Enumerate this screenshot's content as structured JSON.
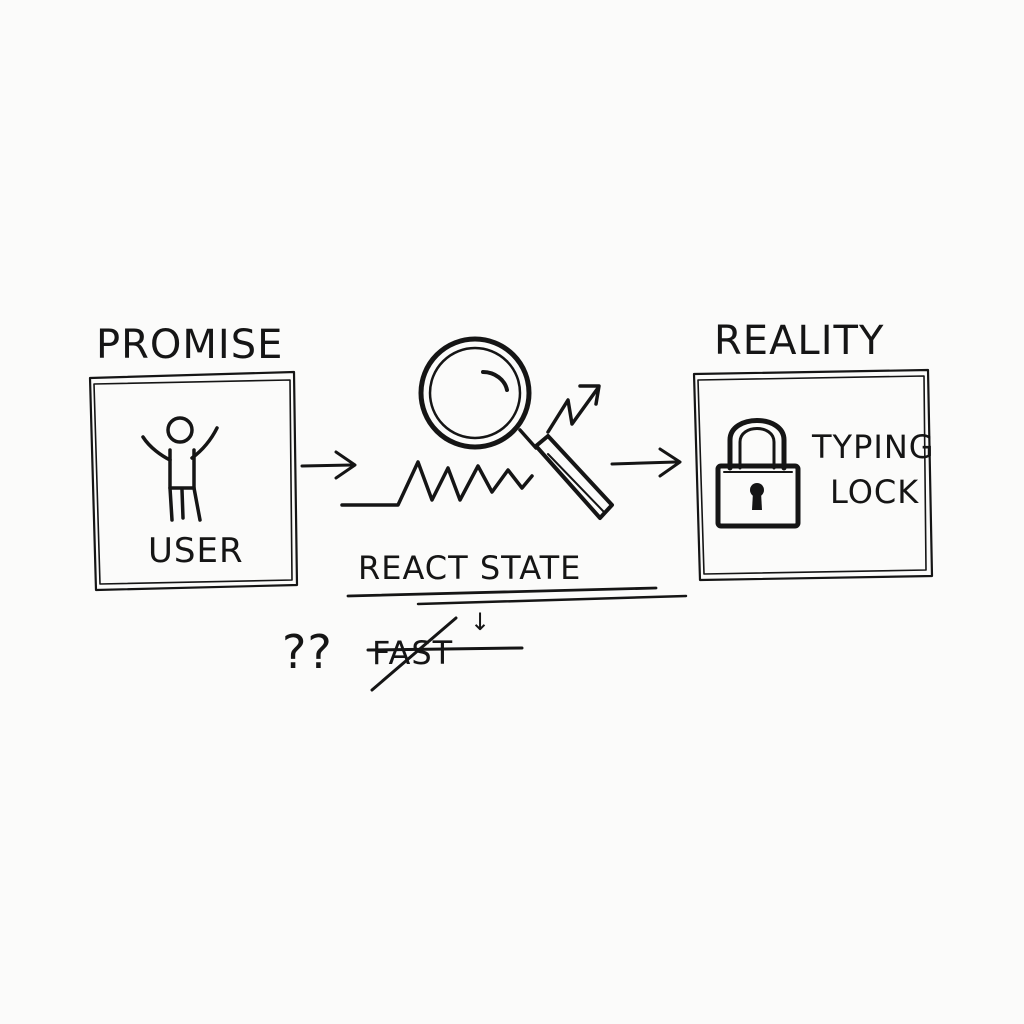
{
  "left_panel": {
    "heading": "PROMISE",
    "label": "USER"
  },
  "middle": {
    "label": "REACT STATE",
    "question_marks": "??",
    "crossed_word": "FAST",
    "down_arrow": "↓"
  },
  "right_panel": {
    "heading": "REALITY",
    "label_line1": "TYPING",
    "label_line2": "LOCK"
  },
  "icons": [
    "person-icon",
    "magnifying-glass-icon",
    "trend-arrow-icon",
    "padlock-icon",
    "arrow-right-icon"
  ],
  "colors": {
    "ink": "#151515",
    "paper": "#fbfbfa"
  }
}
